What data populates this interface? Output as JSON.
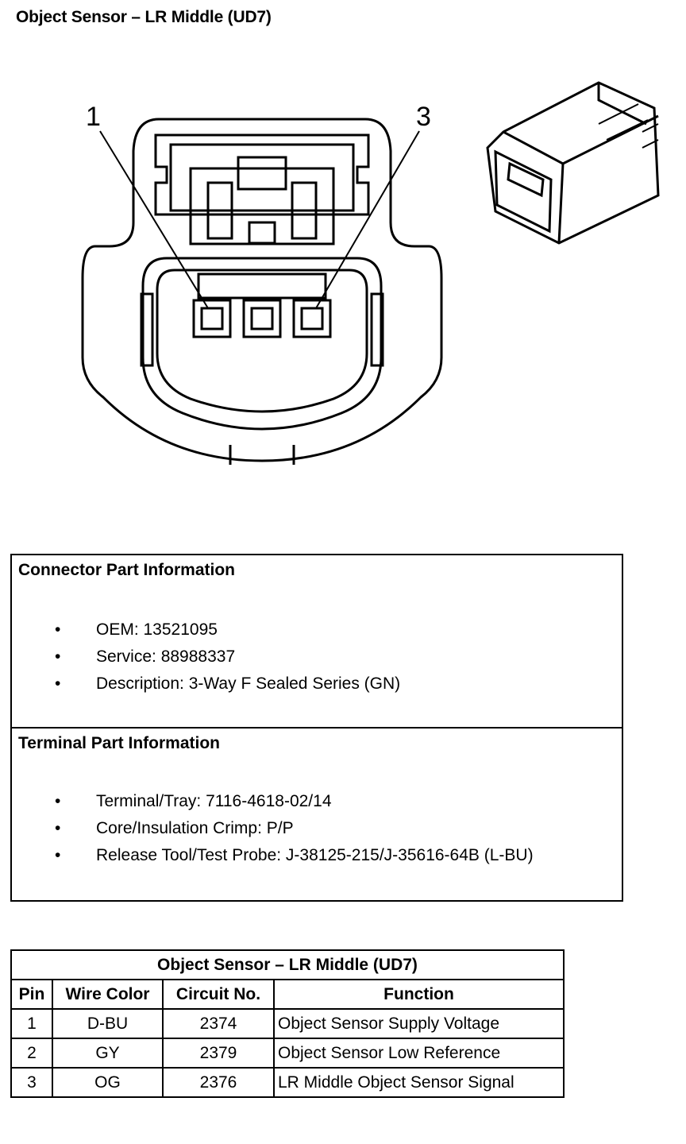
{
  "page": {
    "title": "Object Sensor – LR Middle (UD7)"
  },
  "callouts": {
    "pin_1": "1",
    "pin_3": "3"
  },
  "connector_part_info": {
    "heading": "Connector Part Information",
    "items": [
      "OEM: 13521095",
      "Service: 88988337",
      "Description: 3-Way F Sealed Series (GN)"
    ]
  },
  "terminal_part_info": {
    "heading": "Terminal Part Information",
    "items": [
      "Terminal/Tray: 7116-4618-02/14",
      "Core/Insulation Crimp: P/P",
      "Release Tool/Test Probe: J-38125-215/J-35616-64B (L-BU)"
    ]
  },
  "bullet_glyph": "•",
  "pin_table": {
    "title": "Object Sensor – LR Middle (UD7)",
    "headers": [
      "Pin",
      "Wire Color",
      "Circuit No.",
      "Function"
    ],
    "rows": [
      [
        "1",
        "D-BU",
        "2374",
        "Object Sensor Supply Voltage"
      ],
      [
        "2",
        "GY",
        "2379",
        "Object Sensor Low Reference"
      ],
      [
        "3",
        "OG",
        "2376",
        "LR Middle Object Sensor Signal"
      ]
    ]
  }
}
